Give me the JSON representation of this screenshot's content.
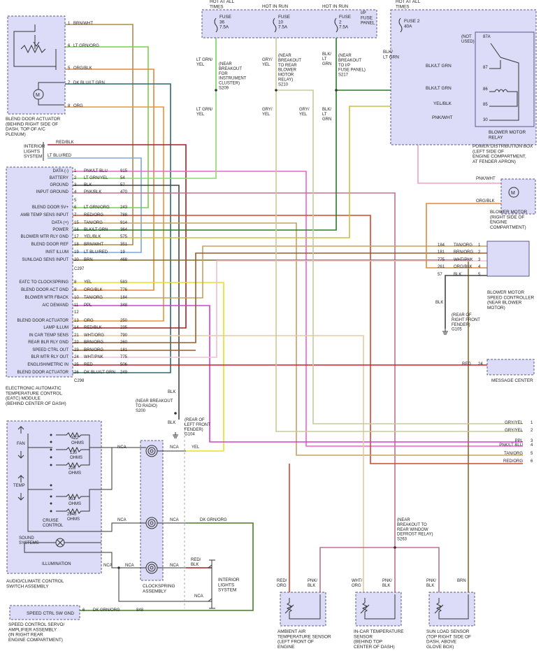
{
  "top_labels": {
    "hot_at_all_times_1": "HOT AT ALL\nTIMES",
    "hot_in_run_1": "HOT IN RUN",
    "hot_in_run_2": "HOT IN RUN",
    "ip_fuse_panel": "I/P\nFUSE\nPANEL",
    "hot_at_all_times_2": "HOT AT ALL\nTIMES"
  },
  "fuses": [
    {
      "label": "FUSE\n36\n7.5A"
    },
    {
      "label": "FUSE\n10\n7.5A"
    },
    {
      "label": "FUSE\n2\n7.5A"
    },
    {
      "label": "FUSE 2\n40A"
    }
  ],
  "splices": {
    "s209": "(NEAR\nBREAKOUT\nFOR\nINSTRUMENT\nCLUSTER)\nS209",
    "s210": "(NEAR\nBREAKOUT\nTO REAR\nBLOWER\nMOTOR\nRELAY)\nS210",
    "s217": "(NEAR\nBREAKOUT\nTO I/P\nFUSE PANEL)\nS217",
    "s200": "(NEAR BREAKOUT\nTO RADIO)\nS200",
    "g104": "(REAR OF\nLEFT FRONT\nFENDER)\nG104",
    "g105": "(REAR OF\nRIGHT FRONT\nFENDER)\nG105",
    "s263": "(NEAR\nBREAKOUT TO\nREAR WINDOW\nDEFROST RELAY)\nS263"
  },
  "wire_colors": {
    "lt_grn_yel_1": "LT GRN/\nYEL",
    "lt_grn_yel_2": "LT GRN/\nYEL",
    "gry_yel_1": "GRY/\nYEL",
    "gry_yel_2": "GRY/\nYEL",
    "gry_yel_3": "GRY/\nYEL",
    "blk_lt_grn_1": "BLK/\nLT\nGRN",
    "blk_lt_grn_2": "BLK/\nLT\nGRN",
    "blk_lt_grn_3": "BLK/\nLT GRN",
    "blk_1": "BLK",
    "blk_2": "BLK",
    "blk_3": "BLK"
  },
  "blend_door_actuator": {
    "title": "BLEND DOOR ACTUATOR\n(BEHIND RIGHT SIDE OF\nDASH, TOP OF A/C\nPLENUM)",
    "pins": [
      {
        "pin": "1",
        "wire": "BRN/WHT"
      },
      {
        "pin": "6",
        "wire": "LT GRN/ORG"
      },
      {
        "pin": "5",
        "wire": "ORG/BLK"
      },
      {
        "pin": "7",
        "wire": "DK BLU/LT GRN"
      },
      {
        "pin": "8",
        "wire": "ORG"
      }
    ]
  },
  "interior_lights_1": {
    "title": "INTERIOR\nLIGHTS\nSYSTEM",
    "w1": "RED/BLK",
    "w2": "LT BLU/RED"
  },
  "eatc": {
    "title": "ELECTRONIC AUTOMATIC\nTEMPERATURE CONTROL\n(EATC) MODULE\n(BEHIND CENTER OF DASH)",
    "conn1": "C297",
    "conn2": "C298",
    "c297_rows": [
      {
        "name": "DATA (-)",
        "pin": "1",
        "wire": "PNK/LT BLU",
        "circuit": "915"
      },
      {
        "name": "BATTERY",
        "pin": "2",
        "wire": "LT GRN/YEL",
        "circuit": "54"
      },
      {
        "name": "GROUND",
        "pin": "3",
        "wire": "BLK",
        "circuit": "57"
      },
      {
        "name": "INPUT GROUND",
        "pin": "4",
        "wire": "PNK/BLK",
        "circuit": "470"
      },
      {
        "name": "",
        "pin": "5",
        "wire": "",
        "circuit": ""
      },
      {
        "name": "BLEND DOOR 5V+",
        "pin": "6",
        "wire": "LT GRN/ORG",
        "circuit": "243"
      },
      {
        "name": "AMB TEMP SENS INPUT",
        "pin": "7",
        "wire": "RED/ORG",
        "circuit": "788"
      },
      {
        "name": "DATA (+)",
        "pin": "15",
        "wire": "TAN/ORG",
        "circuit": "914"
      },
      {
        "name": "POWER",
        "pin": "16",
        "wire": "BLK/LT GRN",
        "circuit": "364"
      },
      {
        "name": "BLOWER MTR RLY GND",
        "pin": "17",
        "wire": "YEL/BLK",
        "circuit": "575"
      },
      {
        "name": "BLEND DOOR REF",
        "pin": "18",
        "wire": "BRN/WHT",
        "circuit": "351"
      },
      {
        "name": "INST ILLUM",
        "pin": "19",
        "wire": "LT BLU/RED",
        "circuit": "19"
      },
      {
        "name": "SUNLOAD SENS INPUT",
        "pin": "20",
        "wire": "BRN",
        "circuit": "468"
      }
    ],
    "c298_rows": [
      {
        "name": "EATC TO CLOCKSPRING",
        "pin": "8",
        "wire": "YEL",
        "circuit": "583"
      },
      {
        "name": "BLEND DOOR ACT GND",
        "pin": "9",
        "wire": "ORG/BLK",
        "circuit": "776"
      },
      {
        "name": "BLOWER MTR FBACK",
        "pin": "10",
        "wire": "TAN/ORG",
        "circuit": "184"
      },
      {
        "name": "A/C DEMAND",
        "pin": "11",
        "wire": "PPL",
        "circuit": "348"
      },
      {
        "name": "",
        "pin": "12",
        "wire": "",
        "circuit": ""
      },
      {
        "name": "BLEND DOOR ACTUATOR",
        "pin": "13",
        "wire": "ORG",
        "circuit": "250"
      },
      {
        "name": "LAMP ILLUM",
        "pin": "14",
        "wire": "RED/BLK",
        "circuit": "235"
      },
      {
        "name": "IN CAR TEMP SENS",
        "pin": "21",
        "wire": "WHT/ORG",
        "circuit": "790"
      },
      {
        "name": "REAR BLR RLY GND",
        "pin": "22",
        "wire": "BRN/ORG",
        "circuit": "260"
      },
      {
        "name": "SPEED CTRL OUT",
        "pin": "23",
        "wire": "BRN/ORG",
        "circuit": "181"
      },
      {
        "name": "BLR MTR RLY OUT",
        "pin": "24",
        "wire": "WHT/PNK",
        "circuit": "775"
      },
      {
        "name": "ENGLISH/METRIC IN",
        "pin": "25",
        "wire": "RED",
        "circuit": "506"
      },
      {
        "name": "BLEND DOOR ACTUATOR",
        "pin": "26",
        "wire": "DK BLU/LT GRN",
        "circuit": "249"
      }
    ]
  },
  "power_distribution": {
    "title": "POWER DISTRIBUTION BOX\n(LEFT SIDE OF\nENGINE COMPARTMENT,\nAT FENDER APRON)",
    "relay_title": "BLOWER MOTOR\nRELAY",
    "not_used": "(NOT\nUSED)",
    "terminals": [
      "87A",
      "87",
      "86",
      "85",
      "30"
    ],
    "wires": [
      {
        "wire": "BLK/LT GRN"
      },
      {
        "wire": "BLK/LT GRN"
      },
      {
        "wire": "YEL/BLK"
      },
      {
        "wire": "PNK/WHT"
      }
    ]
  },
  "blower_motor": {
    "title": "BLOWER MOTOR\n(RIGHT SIDE OF\nENGINE\nCOMPARTMENT)",
    "w1": "PNK/WHT",
    "w2": "ORG/BLK"
  },
  "speed_controller": {
    "title": "BLOWER MOTOR\nSPEED CONTROLLER\n(NEAR BLOWER\nMOTOR)",
    "rows": [
      {
        "circuit": "184",
        "wire": "TAN/ORG",
        "pin": "1"
      },
      {
        "circuit": "181",
        "wire": "BRN/ORG",
        "pin": "2"
      },
      {
        "circuit": "775",
        "wire": "WHT/PNK",
        "pin": "3"
      },
      {
        "circuit": "261",
        "wire": "ORG/BLK",
        "pin": "4"
      },
      {
        "circuit": "57",
        "wire": "BLK",
        "pin": "5"
      }
    ]
  },
  "message_center": {
    "title": "MESSAGE CENTER",
    "wire": "RED",
    "pin": "24"
  },
  "right_bus": [
    {
      "wire": "GRY/YEL",
      "pin": "1"
    },
    {
      "wire": "GRY/YEL",
      "pin": "2"
    },
    {
      "wire": "PPL",
      "pin": "3"
    },
    {
      "wire": "PNK/LT BLU",
      "pin": "4"
    },
    {
      "wire": "TAN/ORG",
      "pin": "5"
    },
    {
      "wire": "RED/ORG",
      "pin": "6"
    }
  ],
  "switch_assembly": {
    "title": "AUDIO/CLIMATE CONTROL\nSWITCH ASSEMBLY",
    "fan": "FAN",
    "temp": "TEMP",
    "cruise": "CRUISE\nCONTROL",
    "sound": "SOUND\nSYSTEMS",
    "illum": "ILLUMINATION",
    "resistors": [
      "422\nOHMS",
      "130\nOHMS",
      "226\nOHMS",
      "931\nOHMS",
      "2940\nOHMS"
    ]
  },
  "clockspring": {
    "title": "CLOCKSPRING\nASSEMBLY",
    "nca": "NCA",
    "yel": "YEL",
    "dk_grn_org": "DK GRN/ORG",
    "red_blk": "RED/\nBLK"
  },
  "interior_lights_2": {
    "title": "INTERIOR\nLIGHTS\nSYSTEM"
  },
  "speed_servo": {
    "box_label": "SPEED CTRL SW GND",
    "pin": "6",
    "wire": "DK GRN/ORG",
    "circuit": "848",
    "title": "SPEED CONTROL SERVO/\nAMPLIFIER ASSEMBLY\n(IN RIGHT REAR\nENGINE COMPARTMENT)"
  },
  "sensors": [
    {
      "w1": "RED/\nORG",
      "w2": "PNK/\nBLK",
      "title": "AMBIENT AIR\nTEMPERATURE SENSOR\n(LEFT FRONT OF\nENGINE"
    },
    {
      "w1": "WHT/\nORG",
      "w2": "PNK/\nBLK",
      "title": "IN-CAR TEMPERATURE\nSENSOR\n(BEHIND TOP\nCENTER OF DASH)"
    },
    {
      "w1": "PNK/\nBLK",
      "w2": "BRN",
      "title": "SUN LOAD SENSOR\n(TOP RIGHT SIDE OF\nDASH, ABOVE\nGLOVE BOX)"
    }
  ],
  "colors": {
    "brn_wht": "#b08a4a",
    "lt_grn_org": "#7ccf4a",
    "org_blk": "#e08a3a",
    "dk_blu_lt_grn": "#2a6a70",
    "org": "#e8953a",
    "red_blk": "#a82020",
    "lt_blu_red": "#7aa8d8",
    "pnk_lt_blu": "#f060d0",
    "lt_grn_yel": "#88d870",
    "blk": "#444444",
    "pnk_blk": "#c07090",
    "red_org": "#d04828",
    "tan_org": "#c8a060",
    "blk_lt_grn": "#2a7a2a",
    "yel_blk": "#c8c040",
    "brn": "#8a6a2a",
    "yel": "#e8e020",
    "ppl": "#d040d0",
    "wht_org": "#e8c8a0",
    "brn_org": "#9a5a2a",
    "wht_pnk": "#f0c0d0",
    "red": "#d02020",
    "gry_yel": "#c8c8a0",
    "pnk_wht": "#f0a0c0",
    "dk_grn_org": "#4a7a2a"
  }
}
